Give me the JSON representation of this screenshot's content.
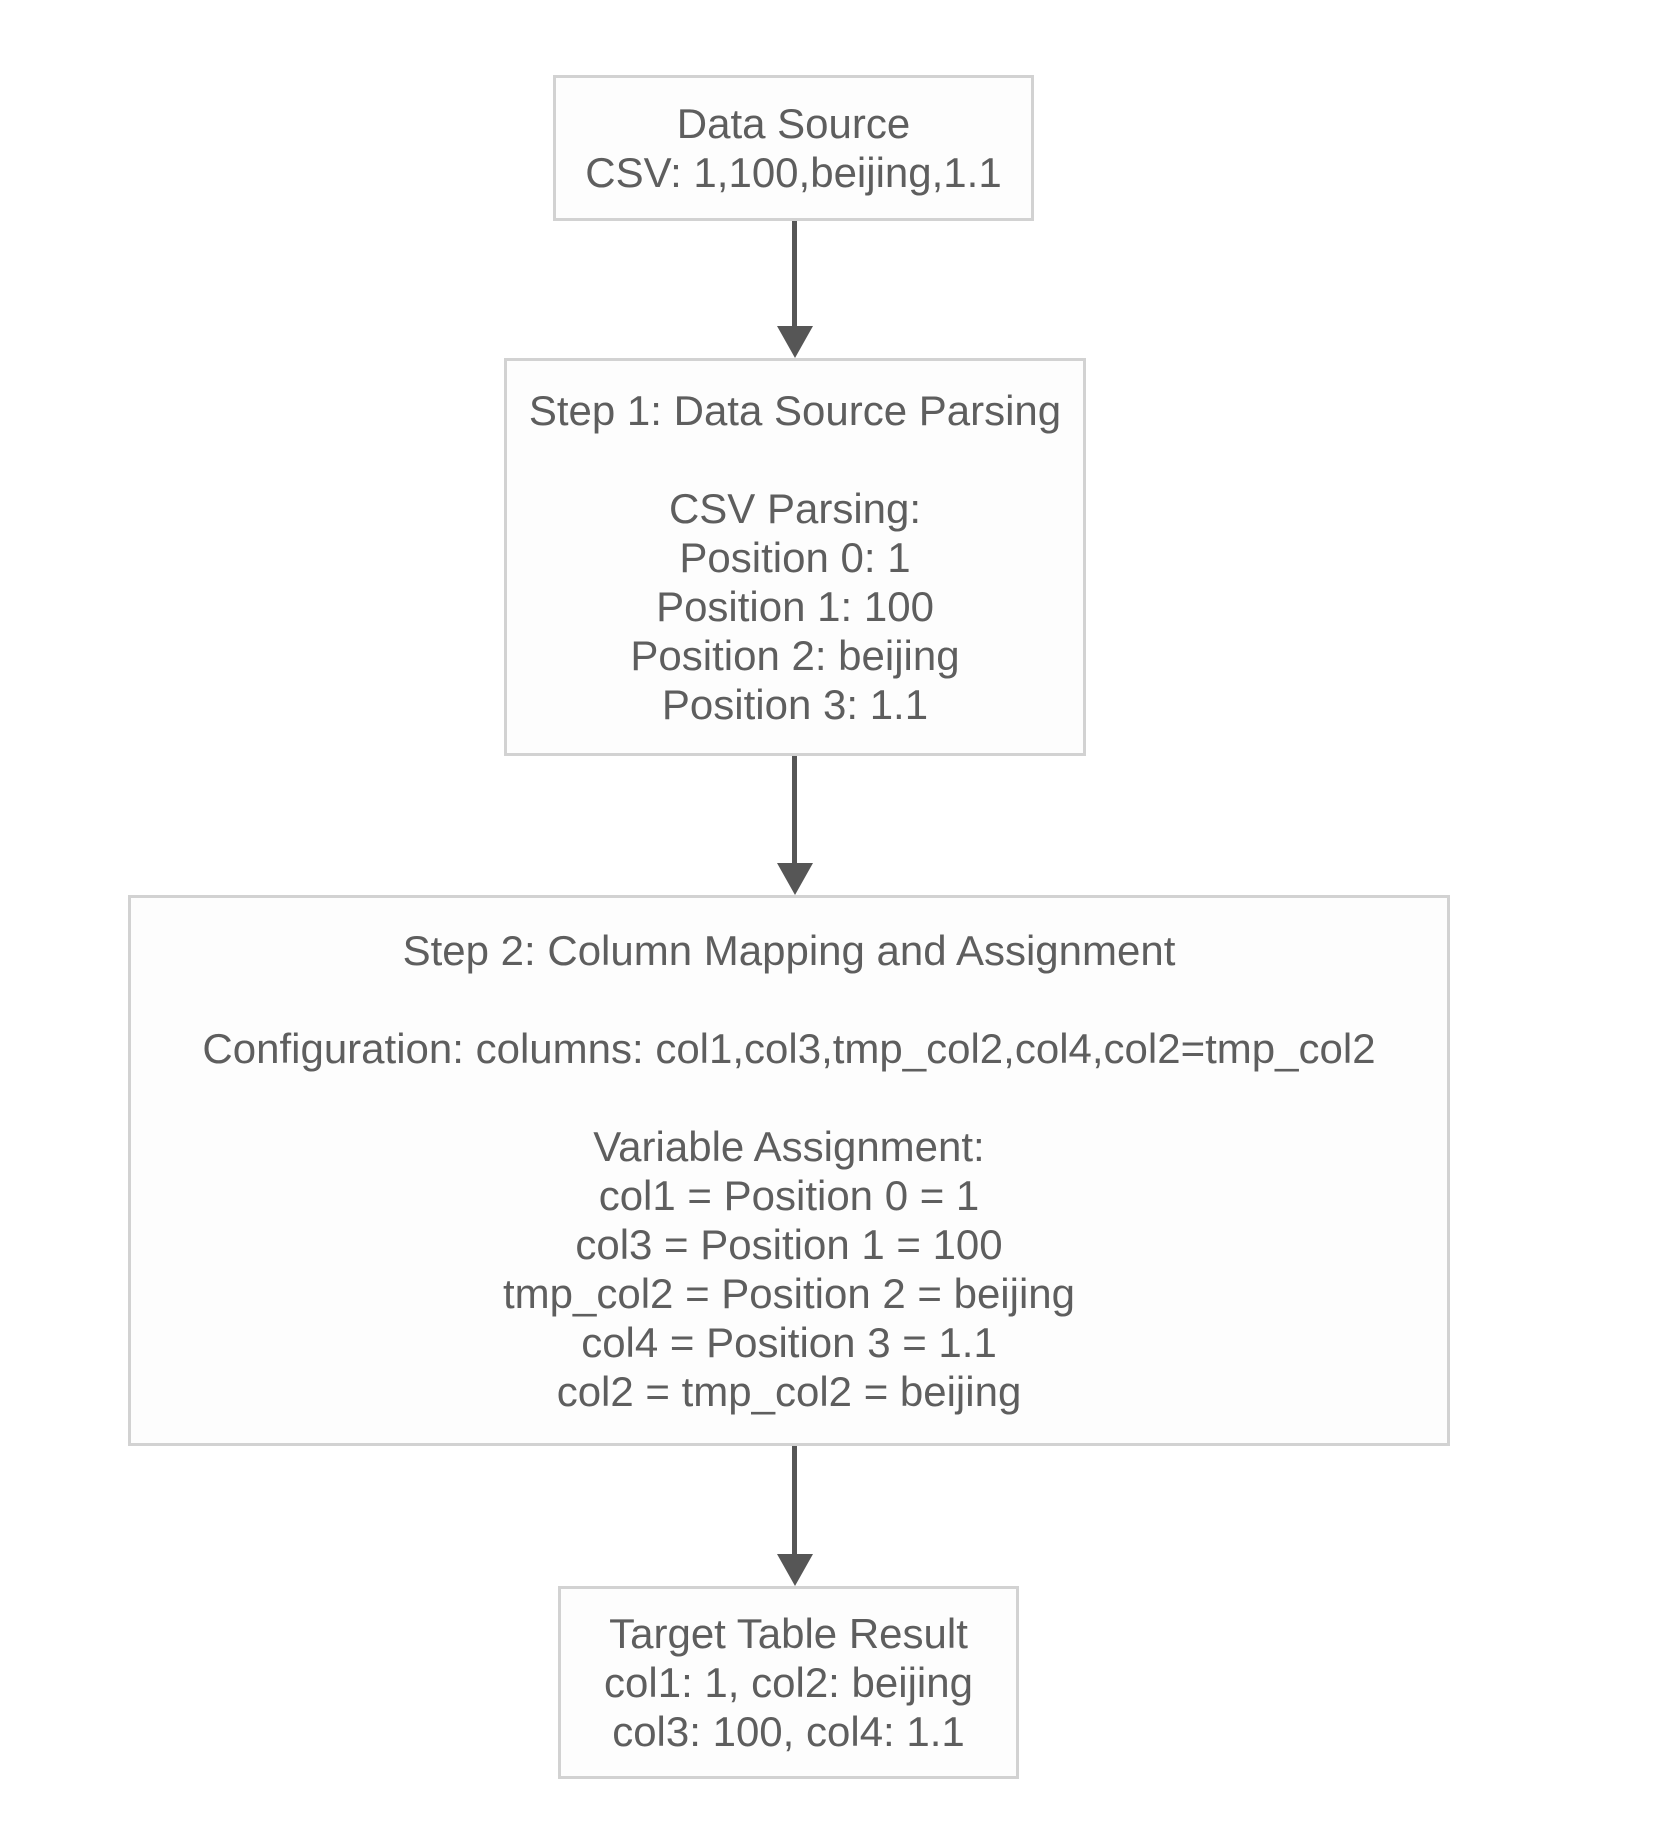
{
  "flowchart": {
    "colors": {
      "background": "#ffffff",
      "node_fill": "#fdfdfd",
      "node_border": "#d2d2d2",
      "text": "#5e5e5e",
      "arrow": "#565656"
    },
    "nodes": [
      {
        "id": "data-source",
        "lines": [
          "Data Source",
          "CSV: 1,100,beijing,1.1"
        ]
      },
      {
        "id": "step1-data-source-parsing",
        "lines": [
          "Step 1: Data Source Parsing",
          "",
          "CSV Parsing:",
          "Position 0: 1",
          "Position 1: 100",
          "Position 2: beijing",
          "Position 3: 1.1"
        ]
      },
      {
        "id": "step2-column-mapping",
        "lines": [
          "Step 2: Column Mapping and Assignment",
          "",
          "Configuration: columns: col1,col3,tmp_col2,col4,col2=tmp_col2",
          "",
          "Variable Assignment:",
          "col1 = Position 0 = 1",
          "col3 = Position 1 = 100",
          "tmp_col2 = Position 2 = beijing",
          "col4 = Position 3 = 1.1",
          "col2 = tmp_col2 = beijing"
        ]
      },
      {
        "id": "target-table-result",
        "lines": [
          "Target Table Result",
          "col1: 1, col2: beijing",
          "col3: 100, col4: 1.1"
        ]
      }
    ],
    "edges": [
      {
        "from": "data-source",
        "to": "step1-data-source-parsing"
      },
      {
        "from": "step1-data-source-parsing",
        "to": "step2-column-mapping"
      },
      {
        "from": "step2-column-mapping",
        "to": "target-table-result"
      }
    ]
  }
}
